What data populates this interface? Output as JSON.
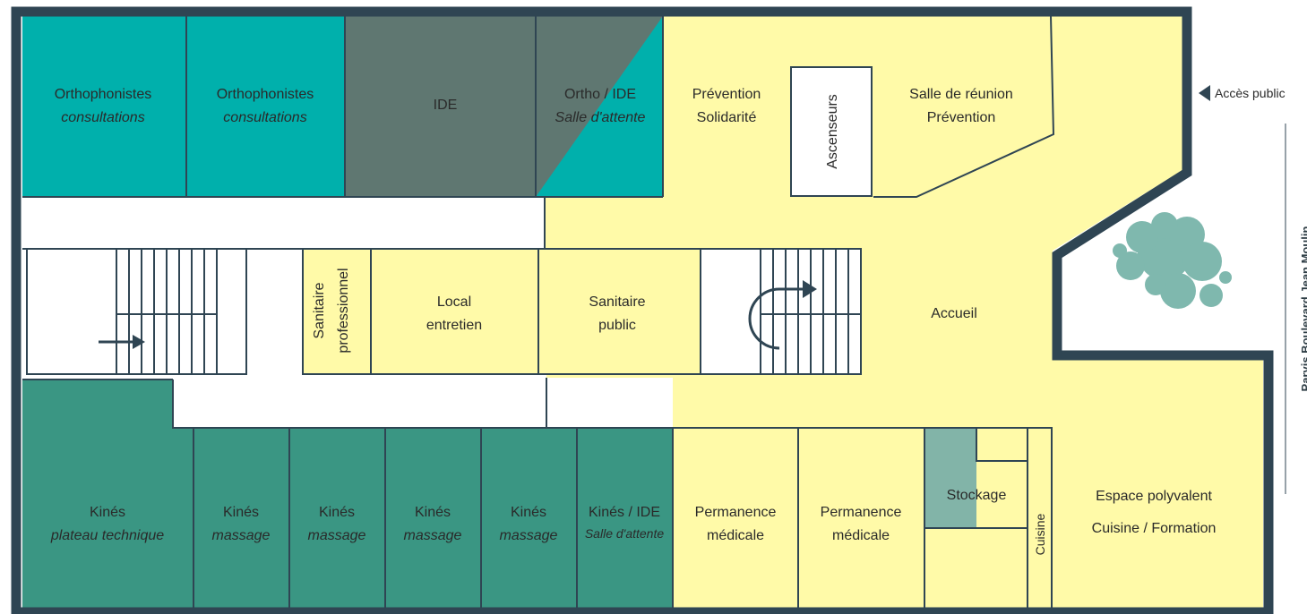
{
  "colors": {
    "wall": "#2f4553",
    "yellow": "#fffaa8",
    "teal": "#00b0ac",
    "gray": "#5f7771",
    "green": "#3a9683",
    "sage": "#82b4a8",
    "tree": "#7fb8ae"
  },
  "rooms": {
    "ortho1": {
      "title": "Orthophonistes",
      "subtitle": "consultations"
    },
    "ortho2": {
      "title": "Orthophonistes",
      "subtitle": "consultations"
    },
    "ide": {
      "title": "IDE"
    },
    "ortho_ide": {
      "title": "Ortho / IDE",
      "subtitle": "Salle d'attente"
    },
    "prevention": {
      "line1": "Prévention",
      "line2": "Solidarité"
    },
    "ascenseurs": {
      "title": "Ascenseurs"
    },
    "reunion": {
      "line1": "Salle de réunion",
      "line2": "Prévention"
    },
    "san_pro": {
      "line1": "Sanitaire",
      "line2": "professionnel"
    },
    "local": {
      "line1": "Local",
      "line2": "entretien"
    },
    "san_pub": {
      "line1": "Sanitaire",
      "line2": "public"
    },
    "accueil": {
      "title": "Accueil"
    },
    "kine_plateau": {
      "title": "Kinés",
      "subtitle": "plateau technique"
    },
    "kine1": {
      "title": "Kinés",
      "subtitle": "massage"
    },
    "kine2": {
      "title": "Kinés",
      "subtitle": "massage"
    },
    "kine3": {
      "title": "Kinés",
      "subtitle": "massage"
    },
    "kine4": {
      "title": "Kinés",
      "subtitle": "massage"
    },
    "kine_ide": {
      "title": "Kinés / IDE",
      "subtitle": "Salle d'attente"
    },
    "perm1": {
      "line1": "Permanence",
      "line2": "médicale"
    },
    "perm2": {
      "line1": "Permanence",
      "line2": "médicale"
    },
    "stockage": {
      "title": "Stockage"
    },
    "cuisine": {
      "title": "Cuisine"
    },
    "espace": {
      "line1": "Espace polyvalent",
      "line2": "Cuisine / Formation"
    }
  },
  "access": {
    "label": "Accès public"
  },
  "street": {
    "label": "Parvis Boulevard Jean Moulin"
  }
}
